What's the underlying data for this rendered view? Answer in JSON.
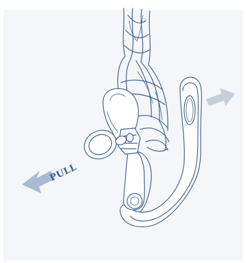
{
  "diagram": {
    "label": "PULL",
    "colors": {
      "background": "#f4f6f9",
      "outline": "#3e5f8e",
      "arrow_left": "#a9bbd3",
      "arrow_right": "#c4cfdc"
    },
    "icons": [
      "rope-illustration",
      "snap-shackle-illustration",
      "pull-ring-illustration",
      "arrow-left-icon",
      "arrow-right-icon"
    ]
  }
}
